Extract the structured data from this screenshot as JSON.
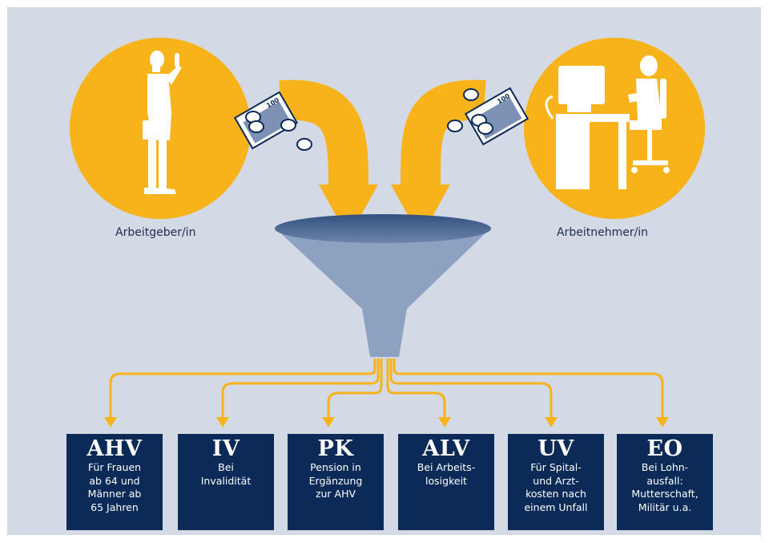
{
  "colors": {
    "background": "#d3dae6",
    "accent": "#f7b319",
    "box": "#0c2a57",
    "funnel": "#8da1c1"
  },
  "parties": {
    "employer": {
      "label": "Arbeitgeber/in",
      "icon": "businessman-with-briefcase"
    },
    "employee": {
      "label": "Arbeitnehmer/in",
      "icon": "person-at-computer-desk"
    }
  },
  "banknote_value": "100",
  "insurances": [
    {
      "code": "AHV",
      "lines": [
        "Für Frauen",
        "ab 64 und",
        "Männer ab",
        "65 Jahren"
      ]
    },
    {
      "code": "IV",
      "lines": [
        "Bei",
        "Invalidität"
      ]
    },
    {
      "code": "PK",
      "lines": [
        "Pension in",
        "Ergänzung",
        "zur AHV"
      ]
    },
    {
      "code": "ALV",
      "lines": [
        "Bei Arbeits-",
        "losigkeit"
      ]
    },
    {
      "code": "UV",
      "lines": [
        "Für Spital-",
        "und Arzt-",
        "kosten nach",
        "einem Unfall"
      ]
    },
    {
      "code": "EO",
      "lines": [
        "Bei Lohn-",
        "ausfall:",
        "Mutterschaft,",
        "Militär u.a."
      ]
    }
  ]
}
